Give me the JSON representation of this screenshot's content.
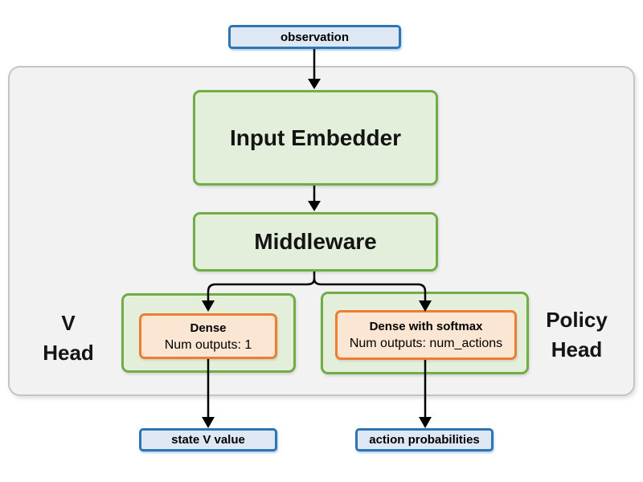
{
  "colors": {
    "blue_border": "#2e75b6",
    "blue_fill": "#dde8f4",
    "green_border": "#70ad47",
    "green_fill": "#e3efda",
    "orange_border": "#ed7d31",
    "orange_fill": "#fbe6d3",
    "container_fill": "#f2f2f2",
    "container_border": "#c4c4c4",
    "arrow_color": "#000000"
  },
  "nodes": {
    "observation": {
      "label": "observation"
    },
    "input_embedder": {
      "label": "Input Embedder"
    },
    "middleware": {
      "label": "Middleware"
    },
    "v_head": {
      "group_label_line1": "V",
      "group_label_line2": "Head",
      "layer_title": "Dense",
      "layer_subtitle": "Num outputs: 1"
    },
    "policy_head": {
      "group_label_line1": "Policy",
      "group_label_line2": "Head",
      "layer_title": "Dense with softmax",
      "layer_subtitle": "Num outputs: num_actions"
    },
    "state_v_value": {
      "label": "state V value"
    },
    "action_probabilities": {
      "label": "action probabilities"
    }
  }
}
